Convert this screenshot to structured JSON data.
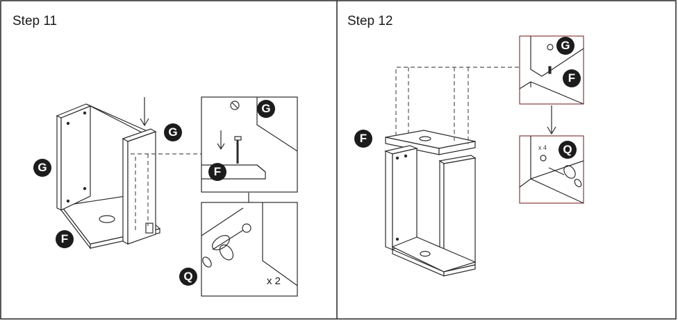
{
  "steps": [
    {
      "title": "Step 11"
    },
    {
      "title": "Step 12"
    }
  ],
  "parts": {
    "side_panel": "G",
    "bottom_panel": "F",
    "cam_lock": "Q"
  },
  "quantities": {
    "step11_cam": "x 2",
    "step12_cam": "x 4"
  },
  "colors": {
    "line": "#2a2a2a",
    "badge": "#1c1c1c",
    "detail_frame_step12": "#8a3a3a"
  }
}
